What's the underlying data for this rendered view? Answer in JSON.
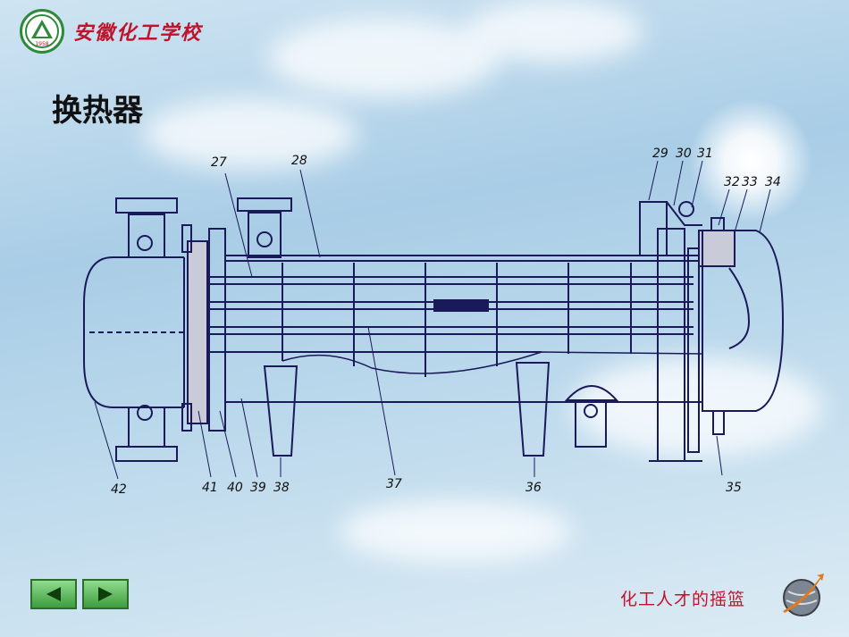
{
  "header": {
    "school_name": "安徽化工学校",
    "logo_year": "1958"
  },
  "title": "换热器",
  "diagram": {
    "labels": [
      "27",
      "28",
      "29",
      "30",
      "31",
      "32",
      "33",
      "34",
      "35",
      "36",
      "37",
      "38",
      "39",
      "40",
      "41",
      "42"
    ]
  },
  "footer": {
    "slogan": "化工人才的摇篮",
    "prev_icon": "triangle-left-icon",
    "next_icon": "triangle-right-icon",
    "globe_icon": "globe-arrow-icon"
  },
  "colors": {
    "accent_red": "#c0132b",
    "nav_green": "#3e9d3e",
    "line_blue": "#1a1a5a"
  }
}
